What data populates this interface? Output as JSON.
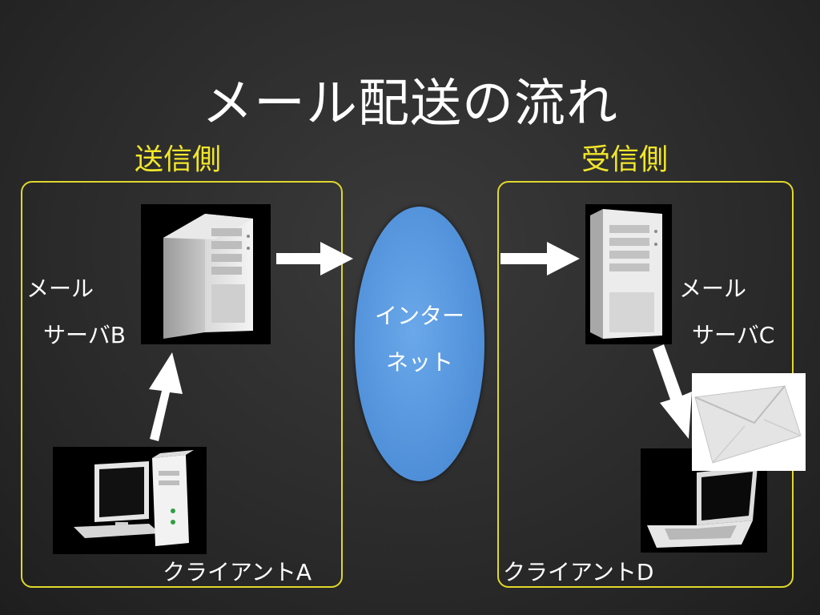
{
  "title": "メール配送の流れ",
  "sender": {
    "heading": "送信側",
    "server_label_line1": "メール",
    "server_label_line2": "サーバB",
    "client_label": "クライアントA"
  },
  "network": {
    "line1": "インター",
    "line2": "ネット"
  },
  "receiver": {
    "heading": "受信側",
    "server_label_line1": "メール",
    "server_label_line2": "サーバC",
    "client_label": "クライアントD"
  },
  "colors": {
    "background": "#2a2a2a",
    "heading": "#f2e62a",
    "box_border": "#e0d82a",
    "network": "#4f8fd8",
    "text": "#ffffff"
  },
  "icons": [
    "server-tower-icon",
    "desktop-computer-icon",
    "laptop-icon",
    "envelope-icon",
    "arrow-icon"
  ]
}
